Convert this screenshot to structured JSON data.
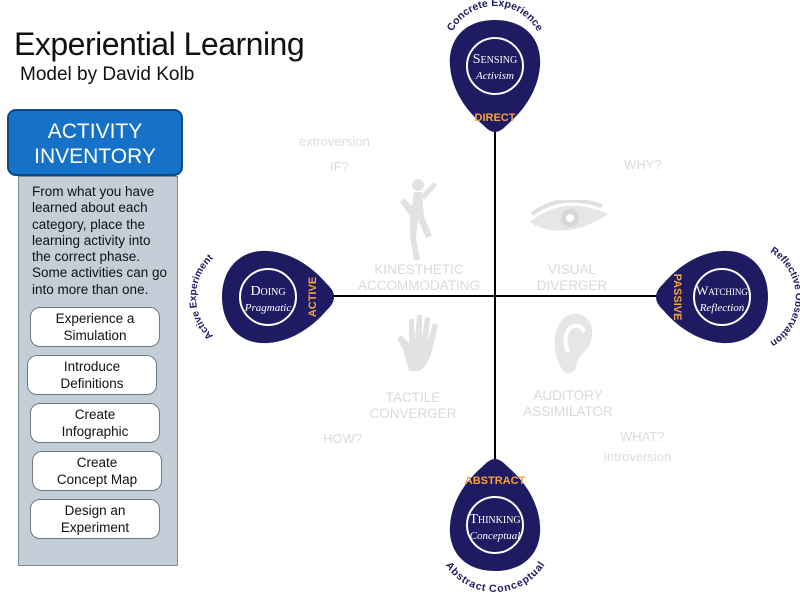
{
  "header": {
    "title": "Experiential Learning",
    "subtitle": "Model by David Kolb"
  },
  "inventory": {
    "title_line1": "ACTIVITY",
    "title_line2": "INVENTORY",
    "instructions": "From what you have learned about each category, place the learning activity into the correct phase. Some activities can go into more than one.",
    "activities": [
      {
        "line1": "Experience a",
        "line2": "Simulation"
      },
      {
        "line1": "Introduce",
        "line2": "Definitions"
      },
      {
        "line1": "Create",
        "line2": "Infographic"
      },
      {
        "line1": "Create",
        "line2": "Concept Map"
      },
      {
        "line1": "Design an",
        "line2": "Experiment"
      }
    ]
  },
  "badges": {
    "sensing": {
      "arc": "Concrete Experience",
      "title": "Sensing",
      "sub": "Activism",
      "tag": "DIRECT"
    },
    "doing": {
      "arc": "Active Experiment",
      "title": "Doing",
      "sub": "Pragmatic",
      "tag": "ACTIVE"
    },
    "watching": {
      "arc": "Reflective Observation",
      "title": "Watching",
      "sub": "Reflection",
      "tag": "PASSIVE"
    },
    "thinking": {
      "arc": "Abstract Conceptual",
      "title": "Thinking",
      "sub": "Conceptual",
      "tag": "ABSTRACT"
    }
  },
  "faint_labels": {
    "extroversion": "extroversion",
    "if": "IF?",
    "why": "WHY?",
    "how": "HOW?",
    "what": "WHAT?",
    "introversion": "introversion"
  },
  "quadrants": {
    "kinesthetic": {
      "line1": "KINESTHETIC",
      "line2": "ACCOMMODATING"
    },
    "visual": {
      "line1": "VISUAL",
      "line2": "DIVERGER"
    },
    "tactile": {
      "line1": "TACTILE",
      "line2": "CONVERGER"
    },
    "auditory": {
      "line1": "AUDITORY",
      "line2": "ASSIMILATOR"
    }
  },
  "colors": {
    "navy": "#1e1b62",
    "orange": "#f5a33a",
    "blue": "#1672c9",
    "panel": "#c4ced8",
    "faint": "#dcdcdc"
  },
  "icons": [
    "dancer-icon",
    "eye-icon",
    "hand-icon",
    "ear-icon"
  ]
}
